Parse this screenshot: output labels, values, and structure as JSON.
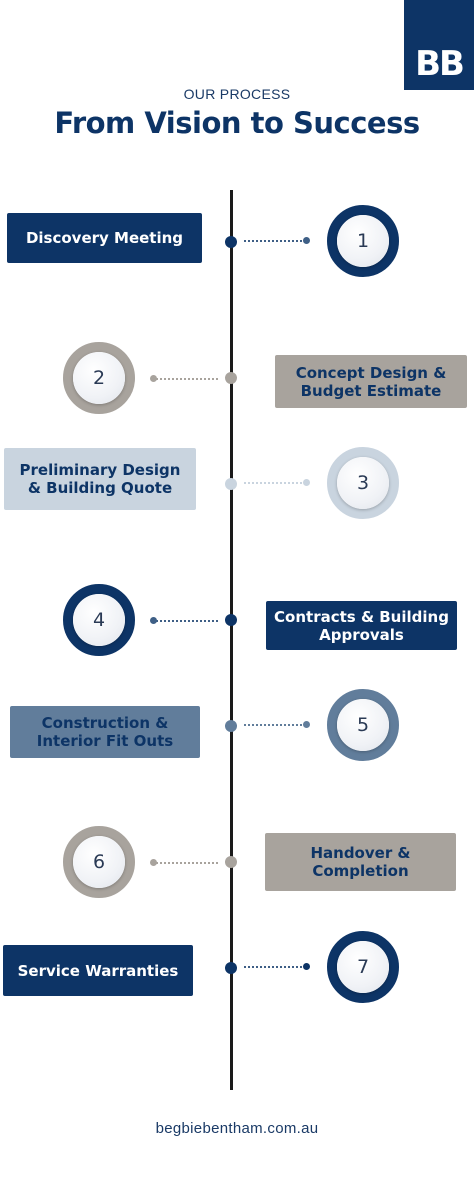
{
  "brand": {
    "logo_text": "BB"
  },
  "header": {
    "eyebrow": "OUR PROCESS",
    "title": "From Vision to Success"
  },
  "steps": [
    {
      "number": "1",
      "label": "Discovery Meeting",
      "color": "#0d3466"
    },
    {
      "number": "2",
      "label": "Concept Design & Budget Estimate",
      "color": "#a8a39d"
    },
    {
      "number": "3",
      "label": "Preliminary Design & Building Quote",
      "color": "#c9d4df"
    },
    {
      "number": "4",
      "label": "Contracts & Building Approvals",
      "color": "#0d3466"
    },
    {
      "number": "5",
      "label": "Construction & Interior Fit Outs",
      "color": "#617d9b"
    },
    {
      "number": "6",
      "label": "Handover & Completion",
      "color": "#a8a39d"
    },
    {
      "number": "7",
      "label": "Service Warranties",
      "color": "#0d3466"
    }
  ],
  "footer": {
    "website": "begbiebentham.com.au"
  }
}
